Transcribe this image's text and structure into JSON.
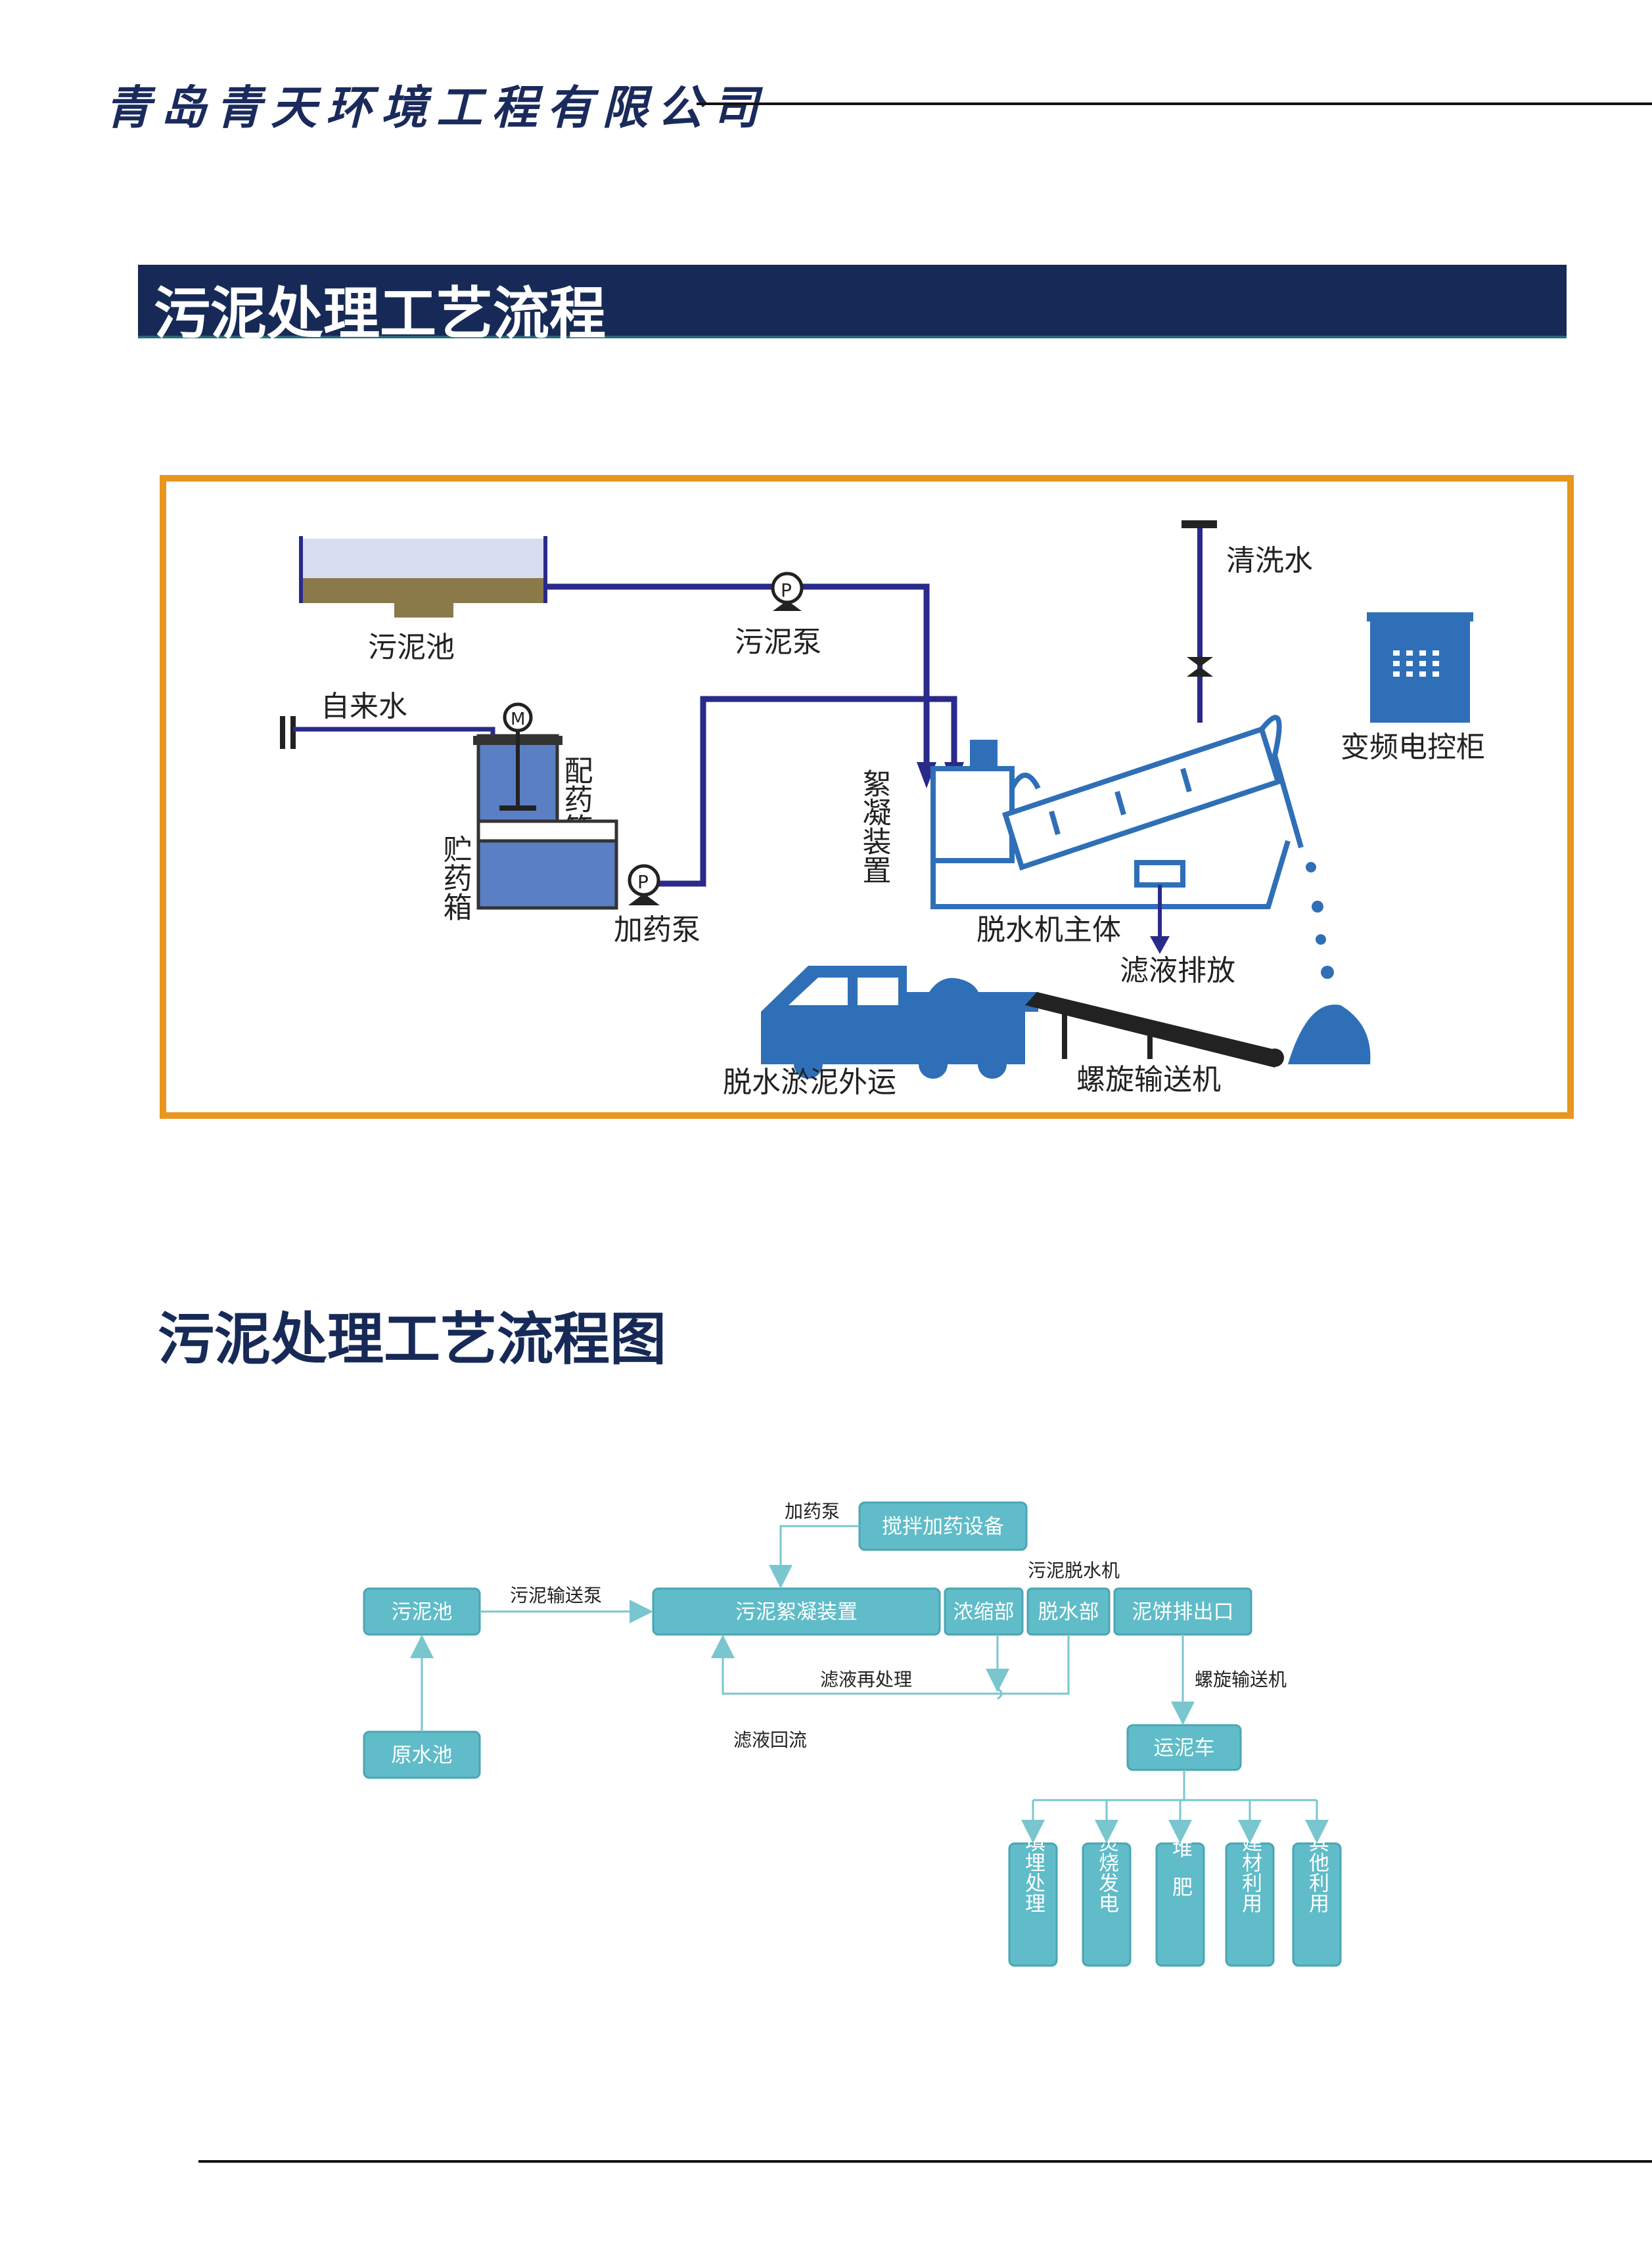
{
  "header": {
    "company": "青岛青天环境工程有限公司"
  },
  "section": {
    "title": "污泥处理工艺流程"
  },
  "process_diagram": {
    "labels": {
      "sludge_tank": "污泥池",
      "sludge_pump": "污泥泵",
      "tap_water": "自来水",
      "mixing_tank": "配药箱",
      "storage_tank": "贮药箱",
      "dosing_pump": "加药泵",
      "flocculation": "絮凝装置",
      "washing_water": "清洗水",
      "control_cabinet": "变频电控柜",
      "dewatering_body": "脱水机主体",
      "filtrate_discharge": "滤液排放",
      "sludge_transport": "脱水淤泥外运",
      "screw_conveyor": "螺旋输送机",
      "pump_symbol": "P",
      "motor_symbol": "M"
    },
    "colors": {
      "frame": "#e8961e",
      "pipe": "#2a2a8a",
      "equipment": "#2f6fb7",
      "sludge": "#8a7a4a",
      "tank_fill": "#5a7fc4"
    }
  },
  "flowchart": {
    "title": "污泥处理工艺流程图",
    "nodes": {
      "sludge_pool": "污泥池",
      "raw_water_pool": "原水池",
      "mixing_dosing": "搅拌加药设备",
      "flocculation_device": "污泥絮凝装置",
      "thickening": "浓缩部",
      "dewatering": "脱水部",
      "cake_outlet": "泥饼排出口",
      "sludge_truck": "运泥车",
      "landfill": "填埋处理",
      "incineration": "焚烧发电",
      "compost": "堆肥",
      "building_material": "建材利用",
      "other_use": "其他利用"
    },
    "edge_labels": {
      "dosing_pump": "加药泵",
      "sludge_transfer_pump": "污泥输送泵",
      "sludge_dewatering_machine": "污泥脱水机",
      "filtrate_retreatment": "滤液再处理",
      "filtrate_return": "滤液回流",
      "screw_conveyor": "螺旋输送机"
    },
    "colors": {
      "node_fill": "#5fbcc8",
      "node_text": "#ffffff",
      "line": "#7ac6cf",
      "label": "#222222"
    }
  }
}
